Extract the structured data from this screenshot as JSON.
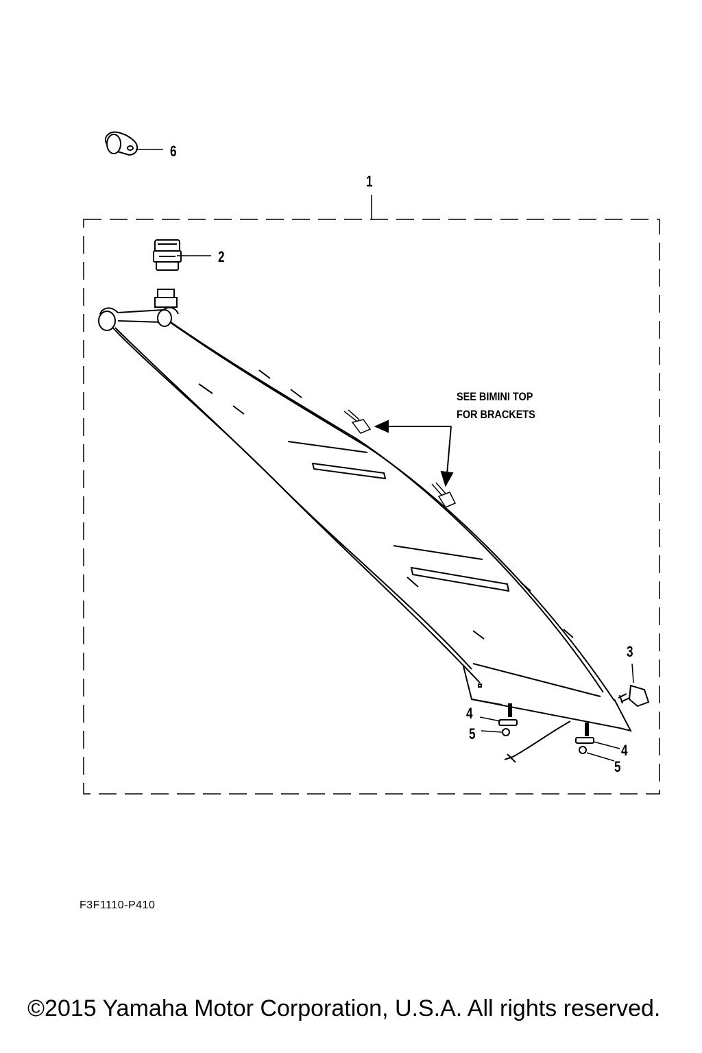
{
  "callouts": {
    "c1": "1",
    "c2": "2",
    "c3": "3",
    "c4a": "4",
    "c4b": "4",
    "c5a": "5",
    "c5b": "5",
    "c6": "6"
  },
  "note": {
    "line1": "SEE BIMINI TOP",
    "line2": "FOR BRACKETS"
  },
  "figure_code": "F3F1110-P410",
  "copyright": "©2015 Yamaha Motor Corporation, U.S.A. All rights reserved."
}
